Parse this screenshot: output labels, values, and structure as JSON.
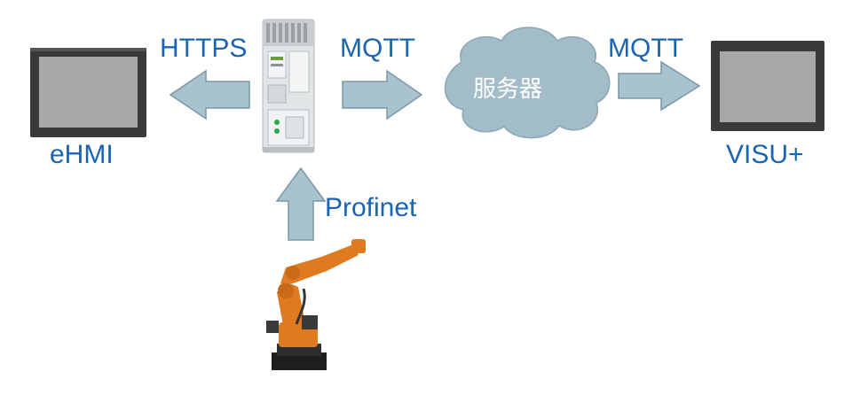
{
  "colors": {
    "label": "#1a64b5",
    "arrow_fill": "#a9c2cf",
    "arrow_stroke": "#7a97a5",
    "cloud_fill": "#a3bcc9",
    "cloud_stroke": "#8aa7b6",
    "screen_bezel": "#3a3a3a",
    "screen_glass": "#a8a8a8",
    "robot_orange": "#e07a20",
    "robot_base": "#222222",
    "controller_body": "#e2e5e6"
  },
  "icons": {
    "left_screen": "touch-panel-icon",
    "right_screen": "monitor-icon",
    "controller": "iot-controller-icon",
    "server": "cloud-icon",
    "robot": "industrial-robot-icon"
  },
  "labels": {
    "https": "HTTPS",
    "mqtt_left": "MQTT",
    "mqtt_right": "MQTT",
    "server": "服务器",
    "ehmi": "eHMI",
    "visu": "VISU+",
    "profinet": "Profinet"
  }
}
